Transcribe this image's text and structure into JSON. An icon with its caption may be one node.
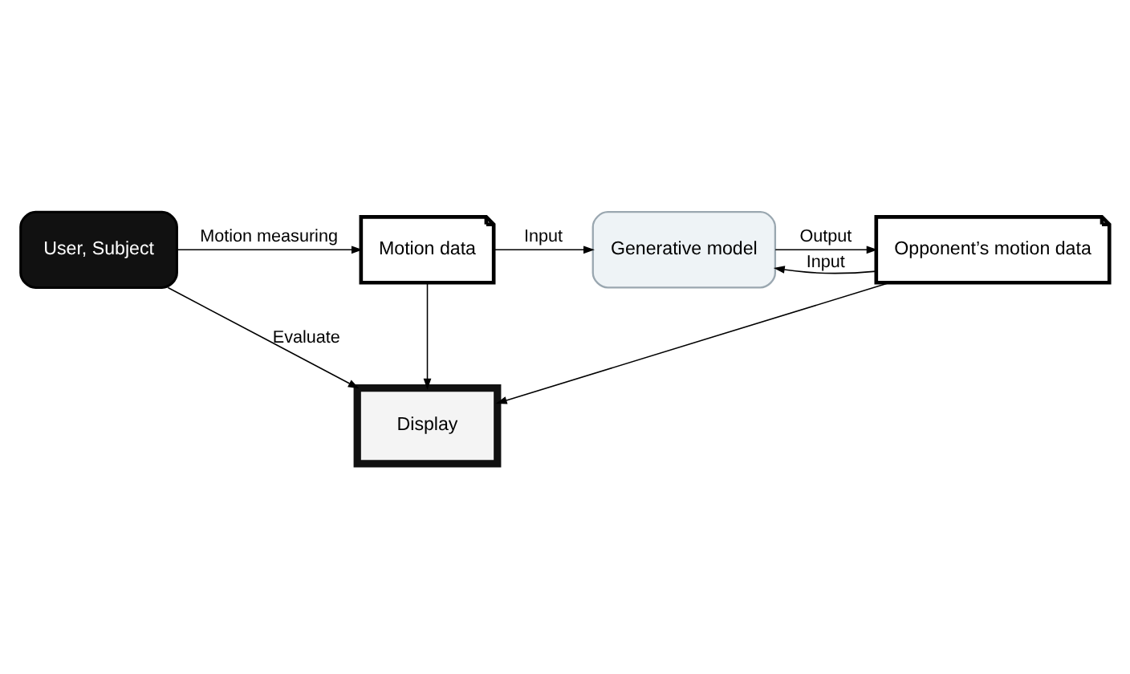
{
  "diagram": {
    "nodes": [
      {
        "text": [
          "User, Subject"
        ]
      },
      {
        "text": [
          "Motion data"
        ]
      },
      {
        "text": [
          "Generative model"
        ]
      },
      {
        "text": [
          "Opponent’s motion data"
        ]
      },
      {
        "text": [
          "Display"
        ]
      }
    ],
    "edges": [
      {
        "from": 0,
        "to": 1,
        "arrow": "to",
        "label": "Motion measuring"
      },
      {
        "from": 1,
        "to": 2,
        "arrow": "to",
        "label": "Input"
      },
      {
        "from": 2,
        "to": 3,
        "arrow": "to",
        "label": "Output"
      },
      {
        "from": 3,
        "to": 2,
        "arrow": "to",
        "label": "Input"
      },
      {
        "from": 1,
        "to": 4,
        "arrow": "to"
      },
      {
        "from": 3,
        "to": 4,
        "arrow": "to"
      },
      {
        "from": 0,
        "to": 4,
        "arrow": "to",
        "label": "Evaluate"
      }
    ]
  }
}
